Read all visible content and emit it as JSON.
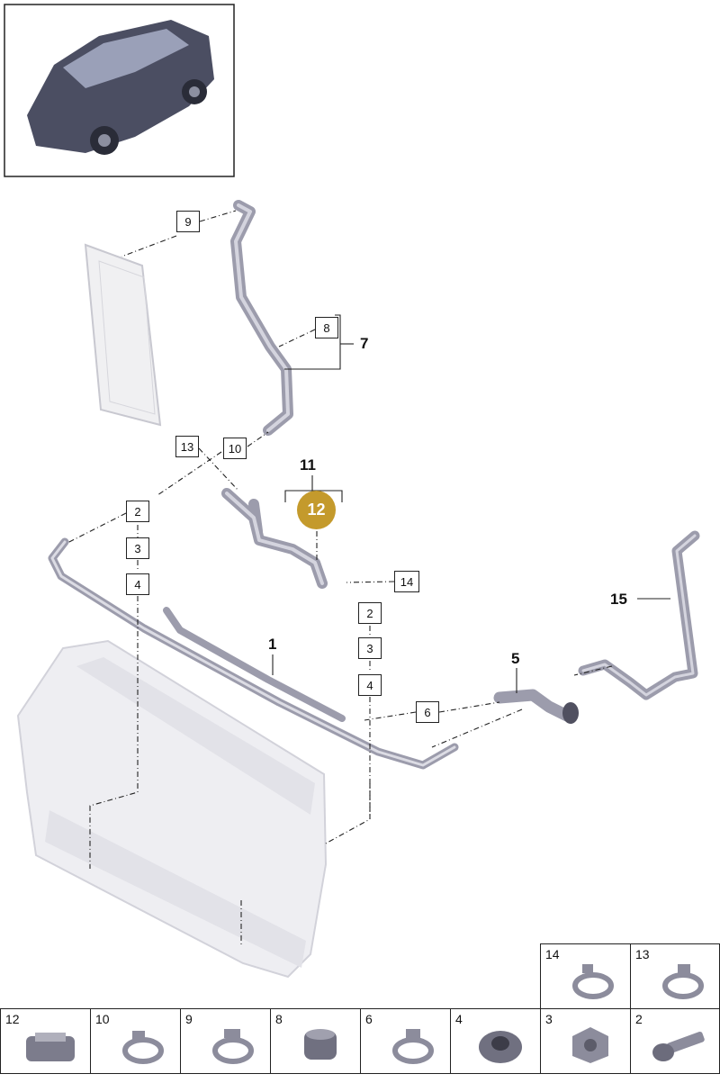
{
  "parts": [
    {
      "number": "1"
    },
    {
      "number": "2"
    },
    {
      "number": "3"
    },
    {
      "number": "4"
    },
    {
      "number": "5"
    },
    {
      "number": "6"
    },
    {
      "number": "7"
    },
    {
      "number": "8"
    },
    {
      "number": "9"
    },
    {
      "number": "10"
    },
    {
      "number": "11"
    },
    {
      "number": "12"
    },
    {
      "number": "13"
    },
    {
      "number": "14"
    },
    {
      "number": "15"
    }
  ],
  "legend": [
    "14",
    "13",
    "12",
    "10",
    "9",
    "8",
    "6",
    "4",
    "3",
    "2"
  ],
  "colors": {
    "highlight": "#c49a2c",
    "line": "#222222",
    "part_fill": "#b8b8c2",
    "frame_fill": "#e8e8ec"
  }
}
